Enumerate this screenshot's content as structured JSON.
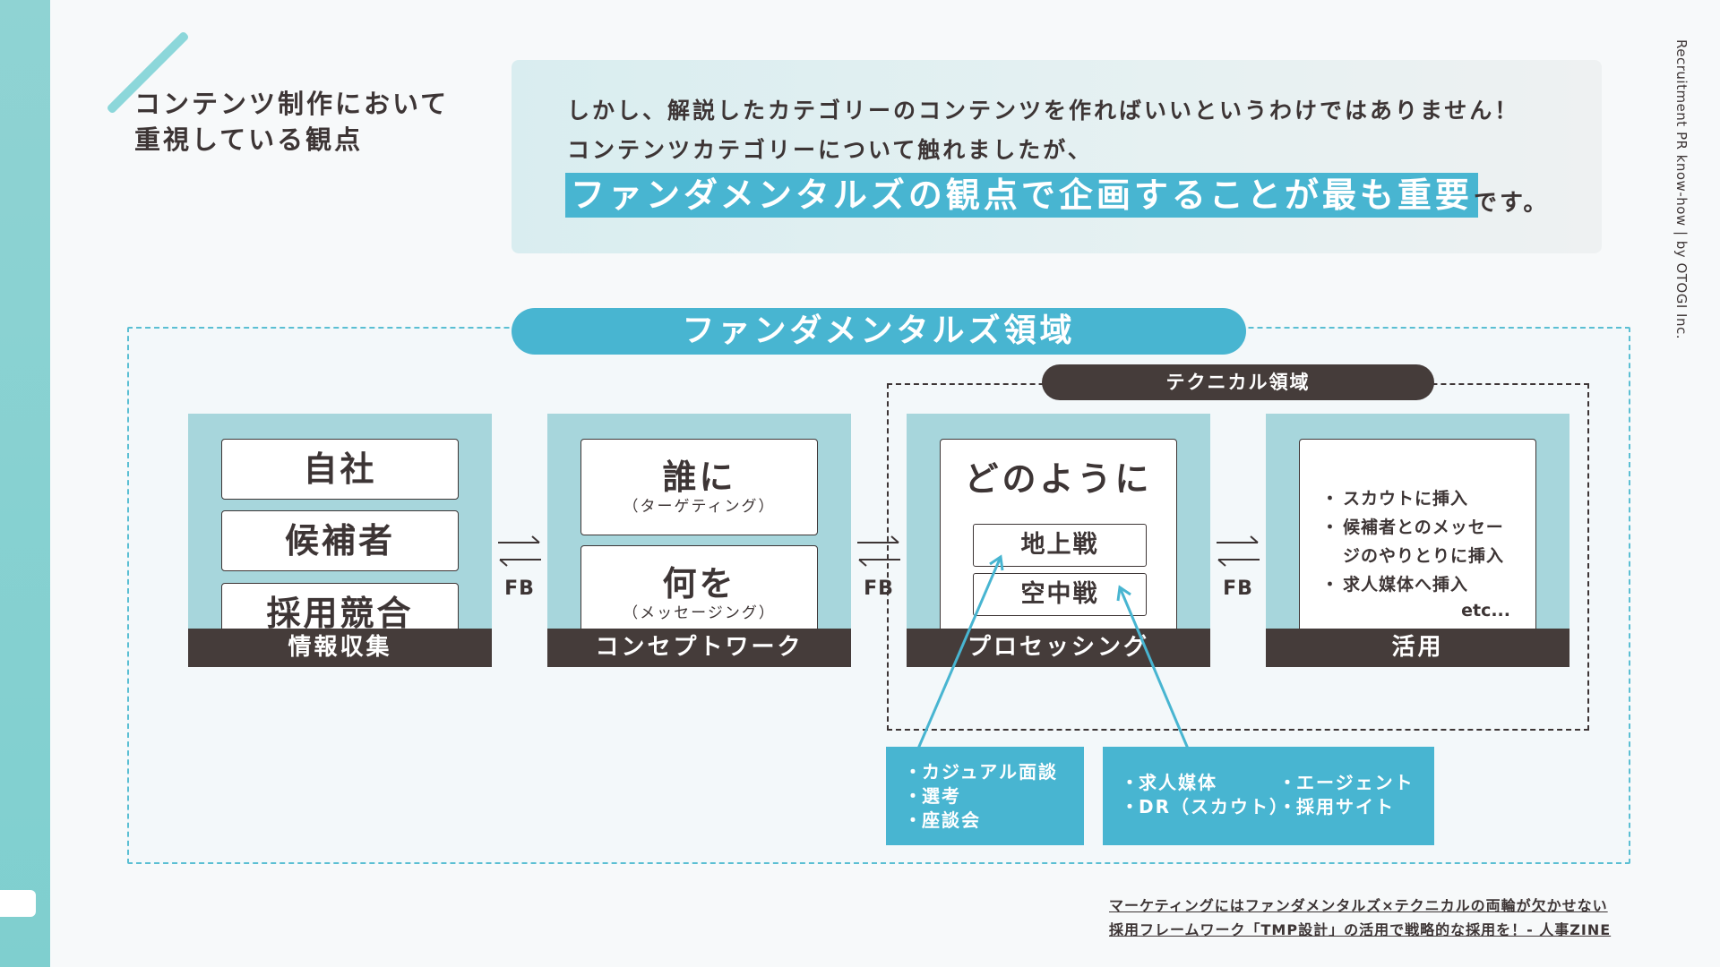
{
  "side_caption": "Recruitment PR know-how | by OTOGI Inc.",
  "heading": {
    "line1": "コンテンツ制作において",
    "line2": "重視している観点"
  },
  "message": {
    "line1": "しかし、解説したカテゴリーのコンテンツを作ればいいというわけではありません！",
    "line2": "コンテンツカテゴリーについて触れましたが、",
    "highlight": "ファンダメンタルズの観点で企画することが最も重要",
    "suffix": "です。"
  },
  "fundamentals_label": "ファンダメンタルズ領域",
  "technical_label": "テクニカル領域",
  "steps": [
    {
      "footer": "情報収集",
      "items": [
        "自社",
        "候補者",
        "採用競合"
      ]
    },
    {
      "footer": "コンセプトワーク",
      "items": [
        {
          "main": "誰に",
          "sub": "（ターゲティング）"
        },
        {
          "main": "何を",
          "sub": "（メッセージング）"
        }
      ]
    },
    {
      "footer": "プロセッシング",
      "title": "どのように",
      "items": [
        "地上戦",
        "空中戦"
      ]
    },
    {
      "footer": "活用",
      "items": [
        "スカウトに挿入",
        "候補者とのメッセー",
        "ジのやりとりに挿入",
        "求人媒体へ挿入"
      ],
      "etc": "etc..."
    }
  ],
  "fb_label": "FB",
  "ground_examples": [
    "カジュアル面談",
    "選考",
    "座談会"
  ],
  "air_examples": {
    "col1": [
      "求人媒体",
      "DR（スカウト）"
    ],
    "col2": [
      "エージェント",
      "採用サイト"
    ]
  },
  "citation": {
    "line1": "マーケティングにはファンダメンタルズ×テクニカルの両輪が欠かせない",
    "line2": "採用フレームワーク「TMP設計」の活用で戦略的な採用を！- 人事ZINE"
  },
  "colors": {
    "accent_blue": "#48b5d1",
    "panel_teal": "#a7d6dc",
    "dark_brown": "#453c3a",
    "left_bar": "#8fd3d3"
  }
}
